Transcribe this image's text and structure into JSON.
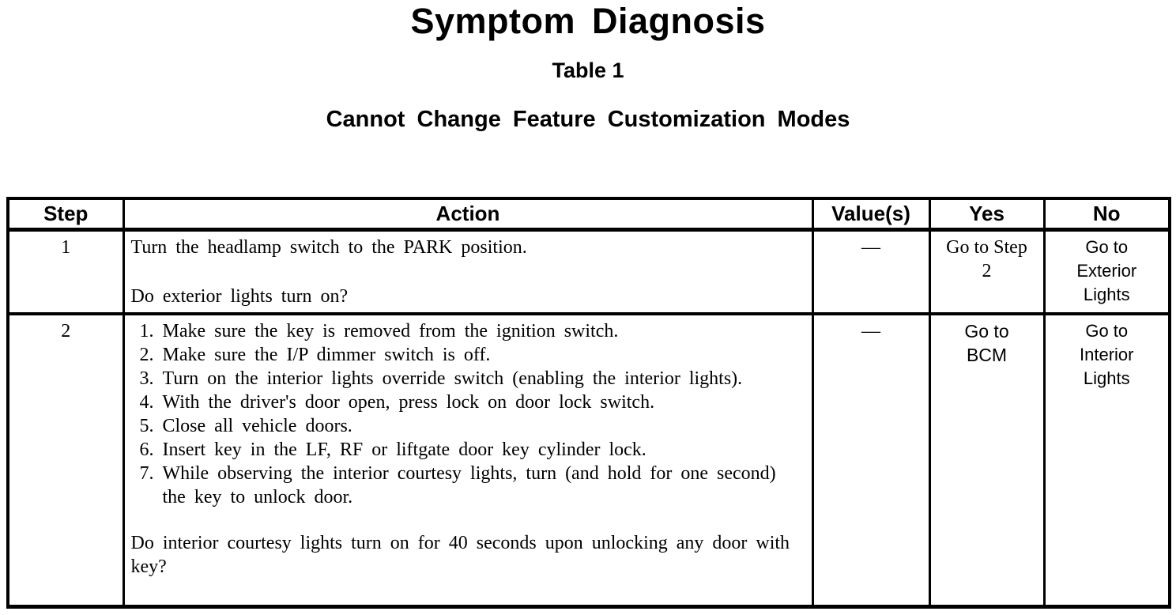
{
  "page": {
    "title": "Symptom Diagnosis",
    "subtitle": "Table 1",
    "table_title": "Cannot Change Feature Customization Modes"
  },
  "table": {
    "headers": [
      "Step",
      "Action",
      "Value(s)",
      "Yes",
      "No"
    ],
    "rows": [
      {
        "step": "1",
        "action_main": "Turn the headlamp switch to the PARK position.",
        "action_question": "Do exterior lights turn on?",
        "values": "—",
        "yes": "Go to Step 2",
        "no": "Go to Exterior Lights"
      },
      {
        "step": "2",
        "action_list": [
          "Make sure the key is removed from the ignition switch.",
          "Make sure the I/P dimmer switch is off.",
          "Turn on the interior lights override switch (enabling the interior lights).",
          "With the driver's door open, press lock on door lock switch.",
          "Close all vehicle doors.",
          "Insert key in the LF, RF or liftgate door key cylinder lock.",
          "While observing the interior courtesy lights, turn (and hold for one second) the key to unlock door."
        ],
        "action_question": "Do interior courtesy lights turn on for 40 seconds upon unlocking any door with key?",
        "values": "—",
        "yes": "Go to BCM",
        "no": "Go to Interior Lights"
      }
    ]
  }
}
